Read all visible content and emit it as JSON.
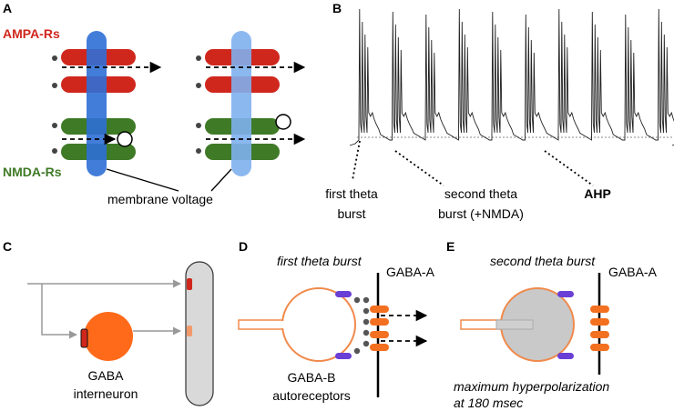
{
  "panels": {
    "a": {
      "letter": "A",
      "ampa_label": "AMPA-Rs",
      "nmda_label": "NMDA-Rs",
      "voltage_label": "membrane voltage"
    },
    "b": {
      "letter": "B",
      "first_burst_line1": "first theta",
      "first_burst_line2": "burst",
      "second_burst_line1": "second theta",
      "second_burst_line2": "burst (+NMDA)",
      "ahp_label": "AHP"
    },
    "c": {
      "letter": "C",
      "interneuron_line1": "GABA",
      "interneuron_line2": "interneuron"
    },
    "d": {
      "letter": "D",
      "title": "first theta burst",
      "gaba_a_label": "GABA-A",
      "autoreceptor_line1": "GABA-B",
      "autoreceptor_line2": "autoreceptors"
    },
    "e": {
      "letter": "E",
      "title": "second theta burst",
      "gaba_a_label": "GABA-A",
      "note_line1": "maximum hyperpolarization",
      "note_line2": "at 180 msec"
    }
  },
  "colors": {
    "ampa": "#d0271d",
    "nmda": "#3f7a26",
    "membrane_dark": "#2f6fd6",
    "membrane_light": "#7fb0ee",
    "interneuron": "#ff6a1a",
    "neuron_outline": "#f08a4b",
    "gaba_b": "#6a3fd6",
    "gaba_a": "#f37021",
    "dendrite": "#d9d9d9"
  },
  "trace": {
    "spike_count": 10
  }
}
